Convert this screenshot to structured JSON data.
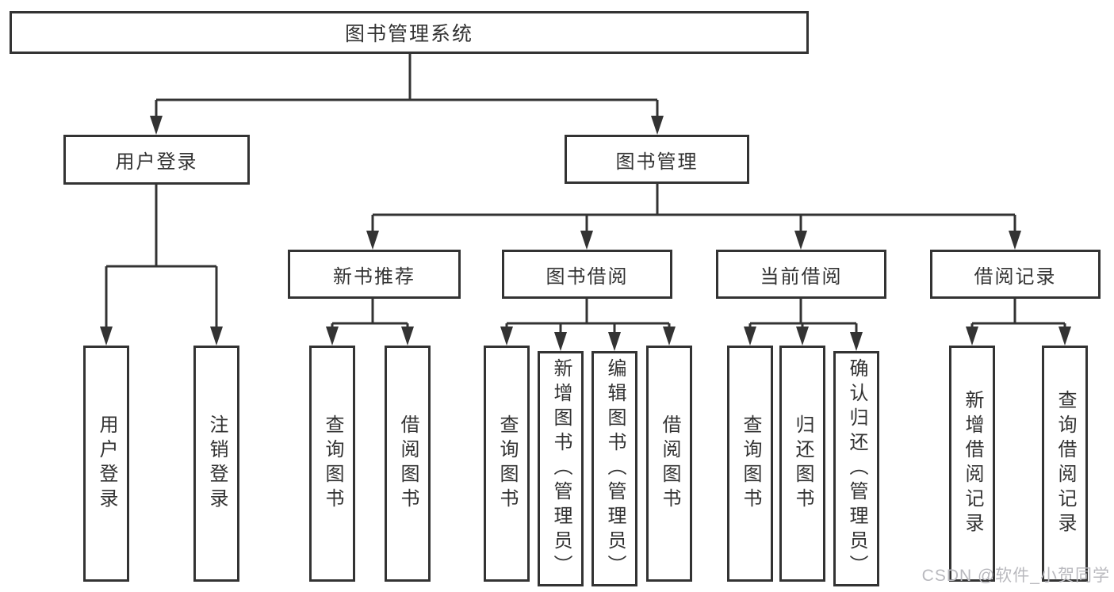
{
  "diagram": {
    "root": {
      "label": "图书管理系统"
    },
    "branches": [
      {
        "label": "用户登录",
        "children": [
          "用户登录",
          "注销登录"
        ]
      },
      {
        "label": "图书管理",
        "modules": [
          {
            "label": "新书推荐",
            "children": [
              "查询图书",
              "借阅图书"
            ]
          },
          {
            "label": "图书借阅",
            "children": [
              "查询图书",
              "新增图书（管理员）",
              "编辑图书（管理员）",
              "借阅图书"
            ]
          },
          {
            "label": "当前借阅",
            "children": [
              "查询图书",
              "归还图书",
              "确认归还（管理员）"
            ]
          },
          {
            "label": "借阅记录",
            "children": [
              "新增借阅记录",
              "查询借阅记录"
            ]
          }
        ]
      }
    ]
  },
  "watermark": {
    "text": "CSDN @软件_小贺同学"
  },
  "colors": {
    "line": "#333333",
    "text": "#333333",
    "box_background": "#ffffff",
    "background": "#ffffff",
    "watermark": "#b9b9be"
  }
}
